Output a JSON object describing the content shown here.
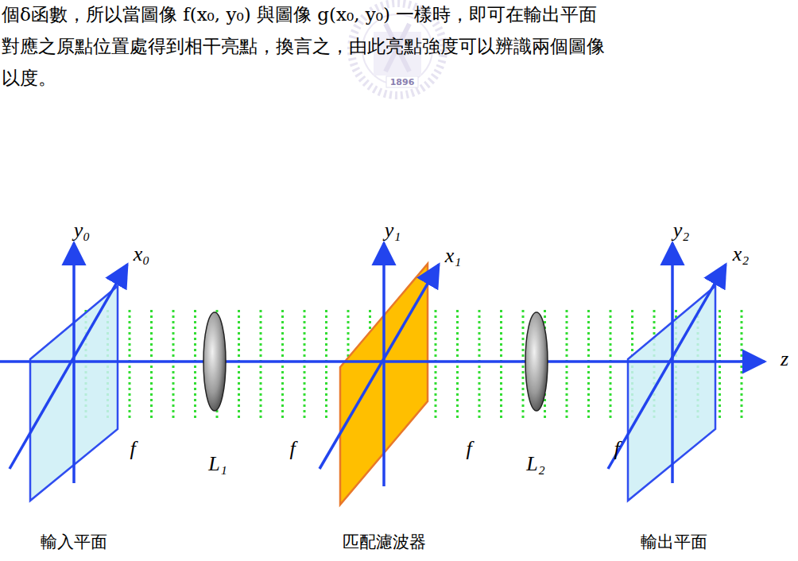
{
  "diagram": {
    "labels": [
      "個δ函數，所以當圖像 f(x₀, y₀) 與圖像 g(x₀, y₀) 一樣時，即可在輸出平面",
      "對應之原點位置處得到相干亮點，換言之，由此亮點強度可以辨識兩個圖像",
      "以度。",
      "1896",
      "y₀",
      "x₀",
      "y₁",
      "x₁",
      "y₂",
      "x₂",
      "z",
      "f",
      "L₁",
      "f",
      "f",
      "L₂",
      "f",
      "輸入平面",
      "匹配濾波器",
      "輸出平面"
    ]
  }
}
